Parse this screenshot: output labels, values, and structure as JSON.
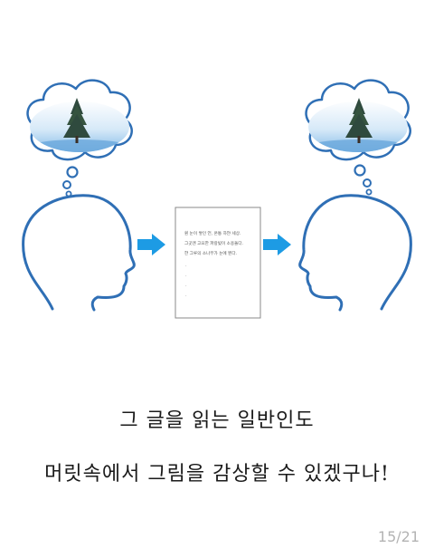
{
  "slide": {
    "caption_line_1": "그 글을 읽는 일반인도",
    "caption_line_2": "머릿속에서 그림을 감상할 수 있겠구나!",
    "page_indicator": "15/21"
  },
  "document": {
    "lines": [
      "휜 눈이 쌓인 언, 온통 하얀 세상.",
      "그곳엔 고요한 파랑빛이 소용돌다.",
      "한 그루의 소나무가 눈에 뛴다."
    ],
    "dots": [
      ".",
      ".",
      ".",
      "."
    ]
  },
  "colors": {
    "outline_blue": "#2f6fb5",
    "arrow_blue": "#1d9be4",
    "sky_blue": "#8fc4ec",
    "tree_green": "#2f4a3e"
  },
  "icons": [
    "thought-cloud-icon",
    "pine-tree-icon",
    "head-silhouette-icon",
    "arrow-right-icon",
    "document-icon"
  ]
}
